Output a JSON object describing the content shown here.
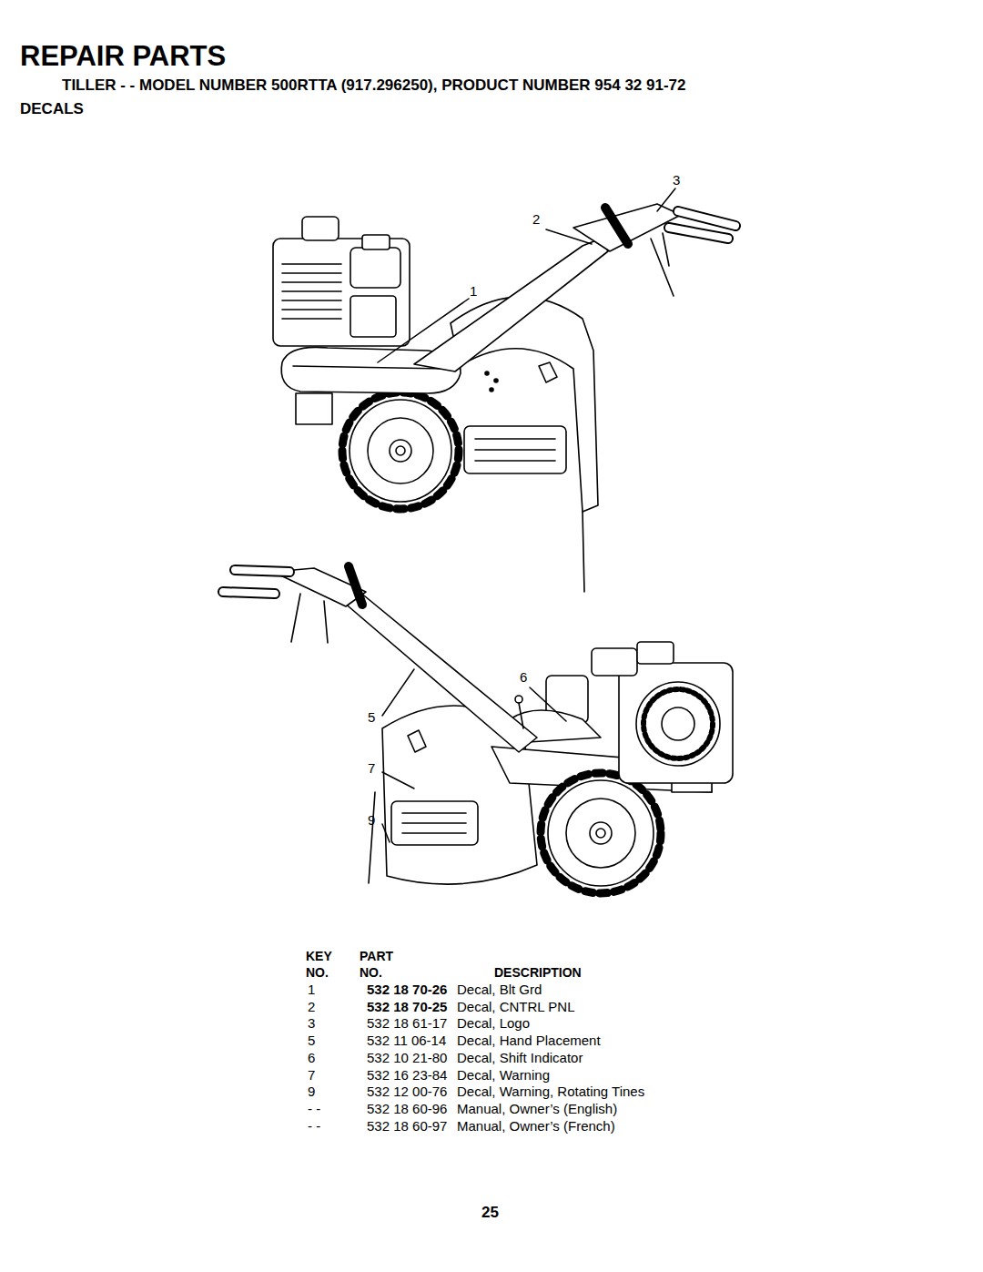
{
  "diagram": {
    "title": "REPAIR PARTS",
    "labels": [
      "TILLER - - MODEL NUMBER 500RTTA (917.296250), PRODUCT NUMBER 954 32 91-72",
      "DECALS",
      "3",
      "2",
      "1",
      "6",
      "5",
      "7",
      "9",
      "KEY",
      "PART",
      "NO.",
      "NO.",
      "DESCRIPTION",
      "1",
      "532 18 70-26",
      "Decal, Blt Grd",
      "2",
      "532 18 70-25",
      "Decal, CNTRL PNL",
      "3",
      "532 18 61-17",
      "Decal, Logo",
      "5",
      "532 11 06-14",
      "Decal, Hand Placement",
      "6",
      "532 10 21-80",
      "Decal, Shift Indicator",
      "7",
      "532 16 23-84",
      "Decal, Warning",
      "9",
      "532 12 00-76",
      "Decal, Warning, Rotating Tines",
      "- -",
      "532 18 60-96",
      "Manual, Owner’s (English)",
      "- -",
      "532 18 60-97",
      "Manual, Owner’s (French)",
      "25"
    ]
  }
}
